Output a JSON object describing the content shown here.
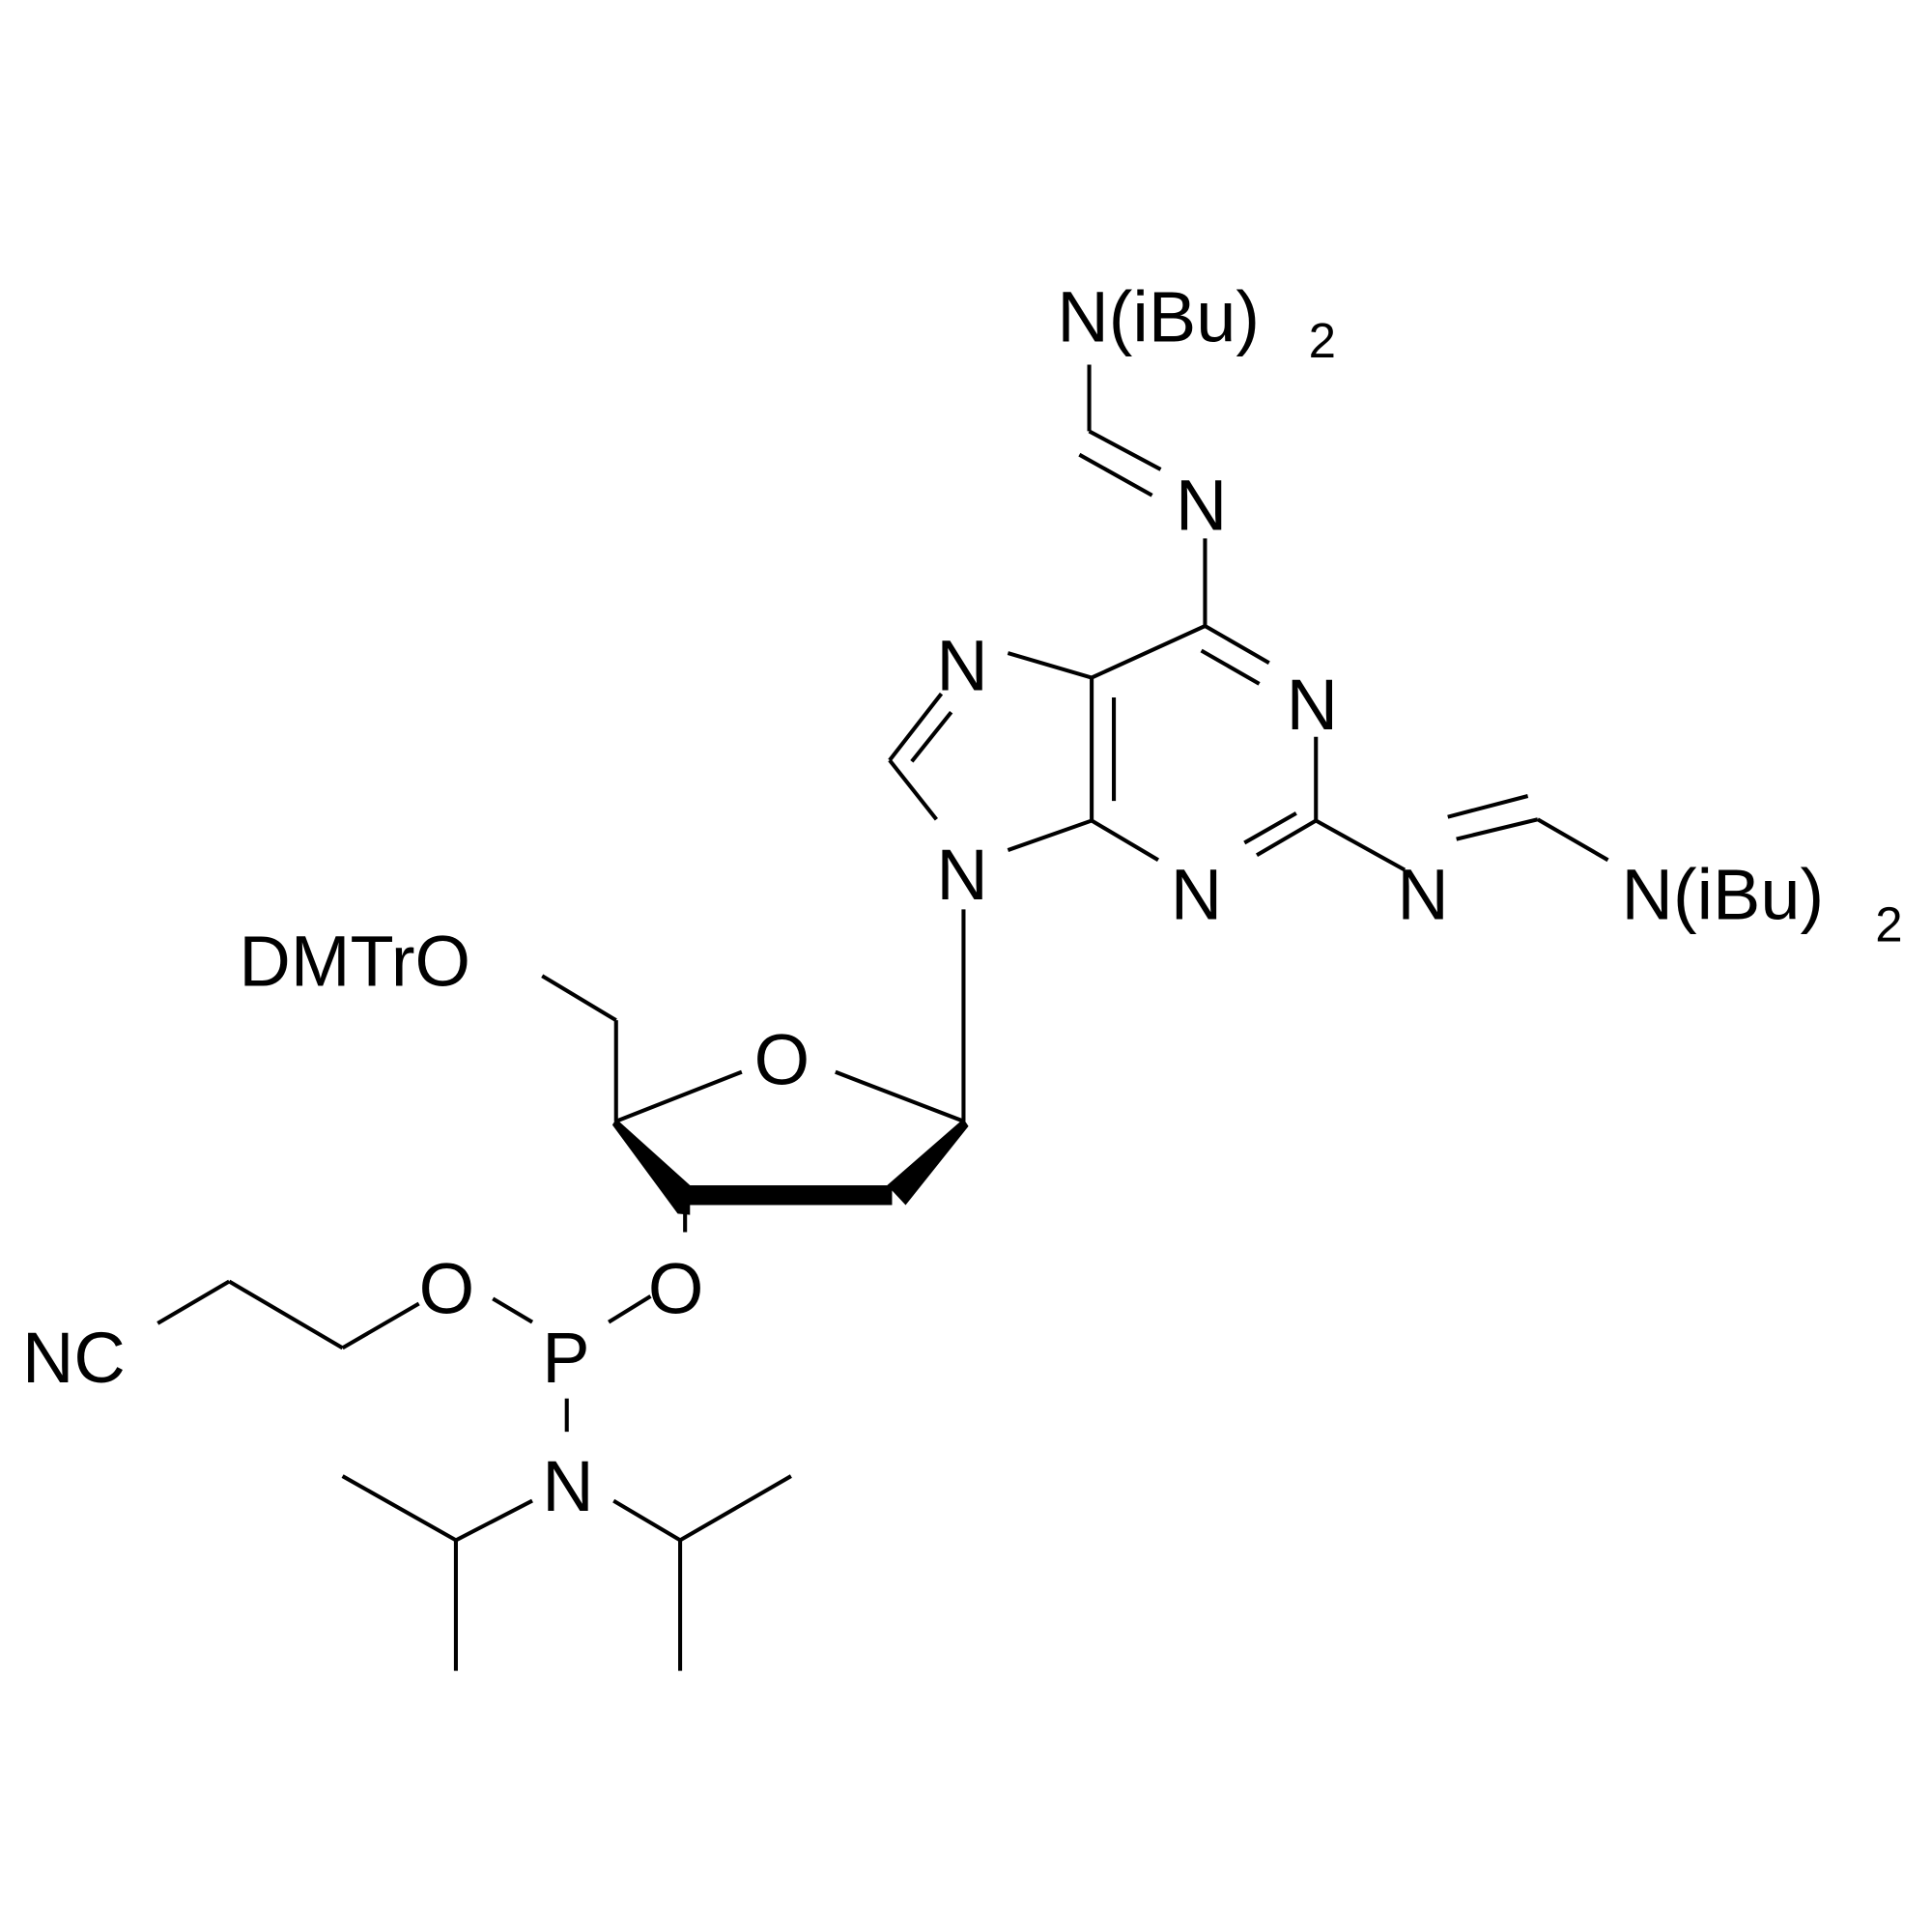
{
  "molecule": {
    "name": "DMTr-protected 2,6-diaminopurine deoxyriboside phosphoramidite (diisobutylformamidine protected)",
    "labels": {
      "top_amidine_N": "N(iBu)",
      "top_amidine_sub": "2",
      "top_imine_N": "N",
      "purine_N7": "N",
      "purine_N1": "N",
      "purine_N9": "N",
      "purine_N3": "N",
      "right_imine_N": "N",
      "right_amidine_N": "N(iBu)",
      "right_amidine_sub": "2",
      "dmtr_o": "DMTrO",
      "ring_o": "O",
      "o3": "O",
      "o_cyanoethyl": "O",
      "phosphorus": "P",
      "nitrile": "NC",
      "amine_N": "N"
    },
    "colors": {
      "ink": "#000000",
      "background": "#ffffff"
    }
  }
}
